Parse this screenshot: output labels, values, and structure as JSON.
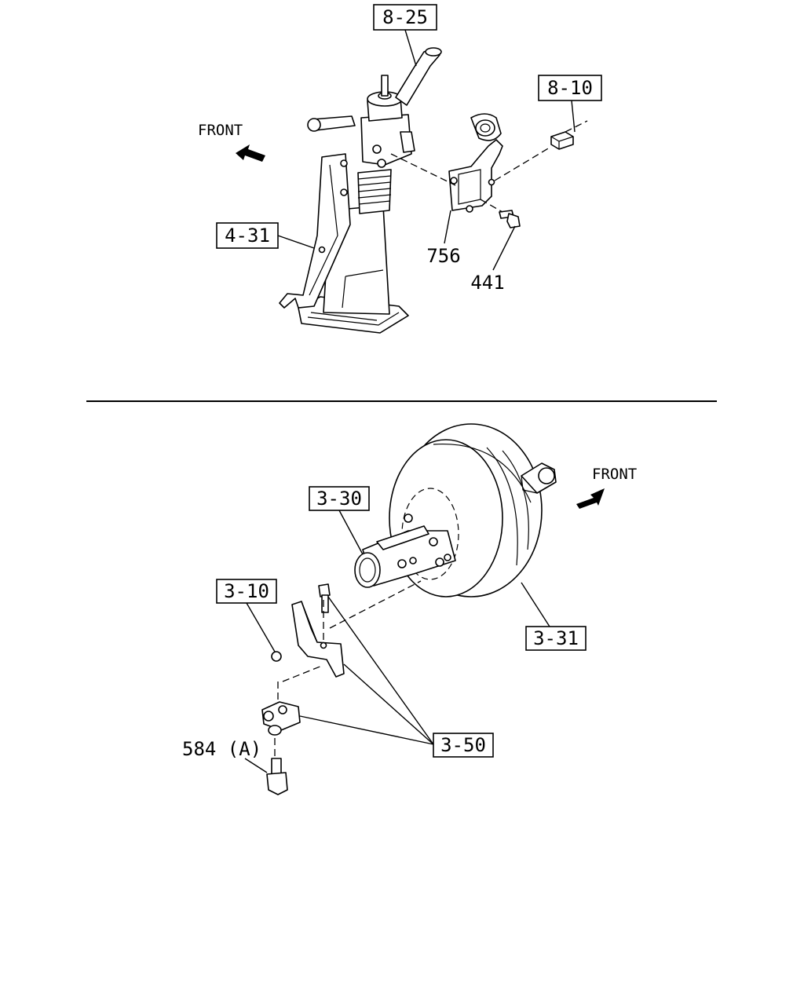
{
  "top_diagram": {
    "front_label": "FRONT",
    "callouts": {
      "c_8_25": "8-25",
      "c_8_10": "8-10",
      "c_4_31": "4-31",
      "p_756": "756",
      "p_441": "441"
    }
  },
  "bottom_diagram": {
    "front_label": "FRONT",
    "callouts": {
      "c_3_30": "3-30",
      "c_3_10": "3-10",
      "c_3_31": "3-31",
      "c_3_50": "3-50",
      "p_584": "584 (A)"
    }
  }
}
